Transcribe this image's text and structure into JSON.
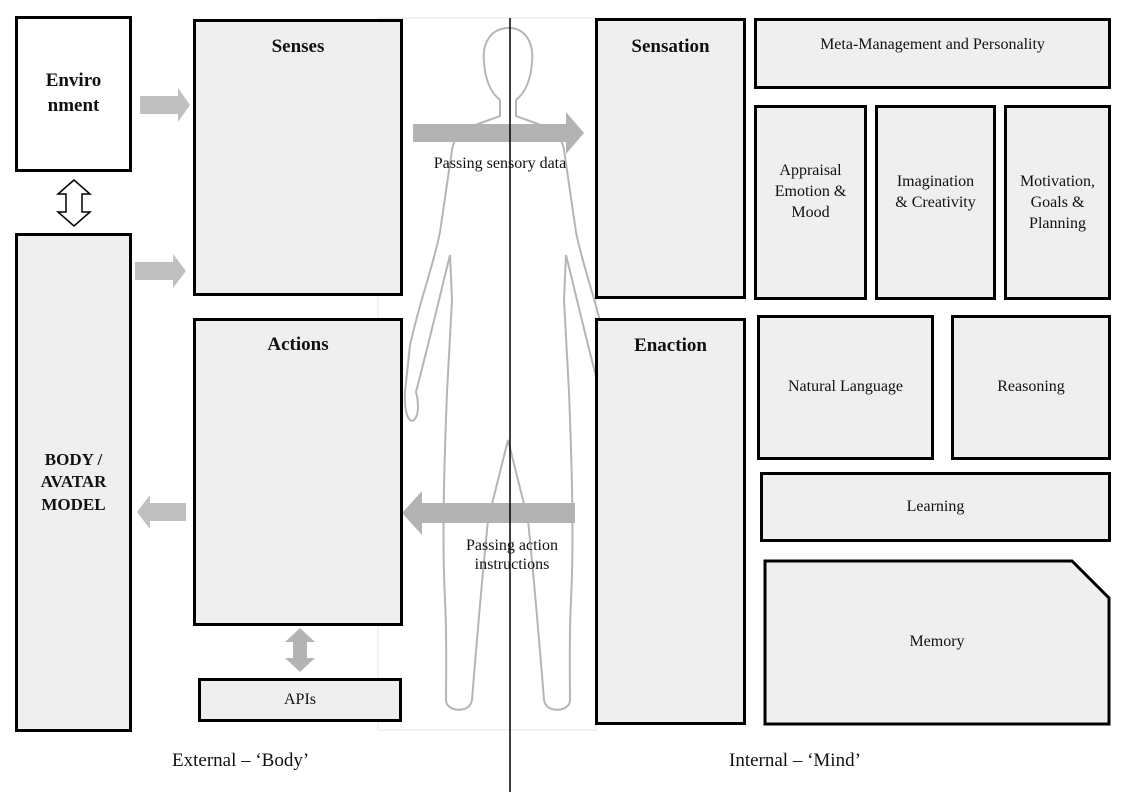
{
  "left": {
    "environment": "Enviro nment",
    "body_avatar": "BODY / AVATAR MODEL",
    "senses": "Senses",
    "actions": "Actions",
    "apis": "APIs"
  },
  "right": {
    "sensation": "Sensation",
    "enaction": "Enaction",
    "meta": "Meta-Management and Personality",
    "appraisal": "Appraisal Emotion & Mood",
    "imagination": "Imagination & Creativity",
    "motivation": "Motivation, Goals & Planning",
    "natural_language": "Natural Language",
    "reasoning": "Reasoning",
    "learning": "Learning",
    "memory": "Memory"
  },
  "flows": {
    "sensory": "Passing sensory data",
    "action": "Passing action instructions"
  },
  "captions": {
    "external": "External – ‘Body’",
    "internal": "Internal – ‘Mind’"
  }
}
